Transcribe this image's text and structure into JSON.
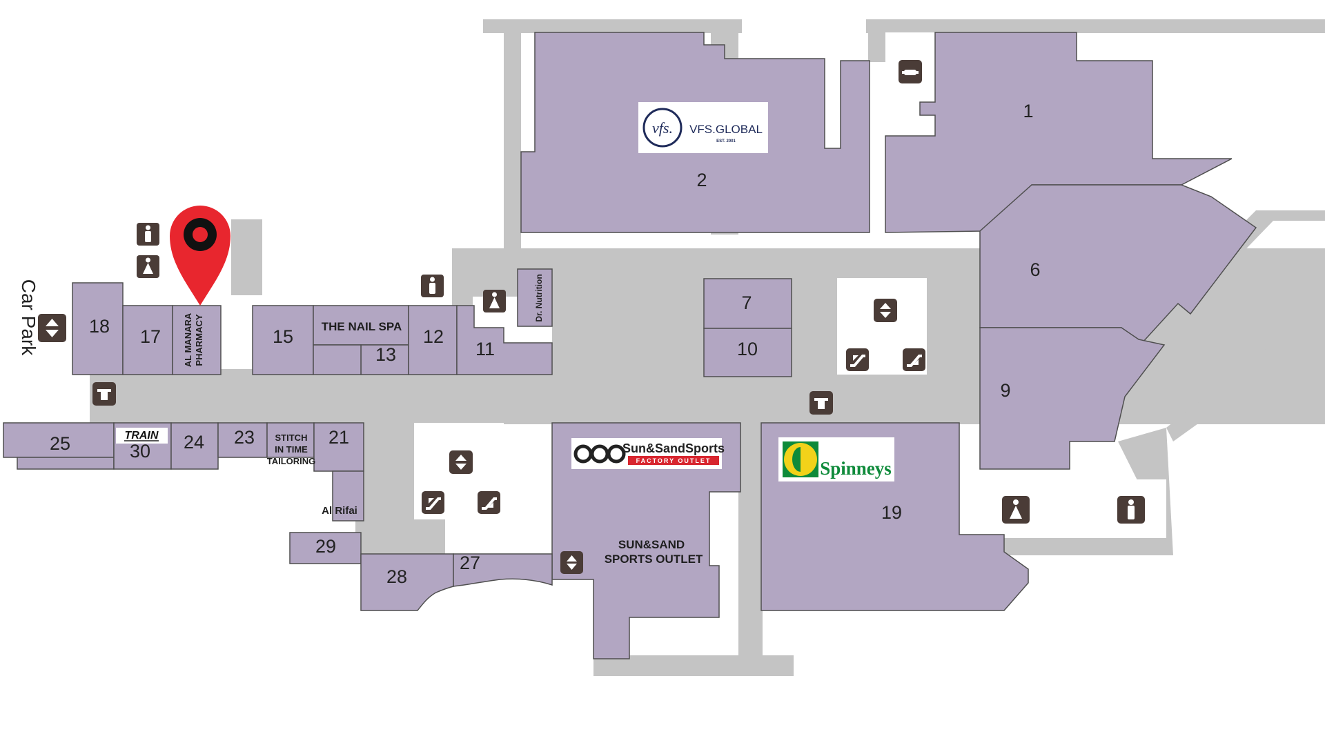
{
  "car_park_label": "Car Park",
  "units": {
    "u1": "1",
    "u2": "2",
    "u6": "6",
    "u7": "7",
    "u9": "9",
    "u10": "10",
    "u11": "11",
    "u12": "12",
    "u13": "13",
    "u15": "15",
    "u17": "17",
    "u18": "18",
    "u19": "19",
    "u21": "21",
    "u23": "23",
    "u24": "24",
    "u25": "25",
    "u27": "27",
    "u28": "28",
    "u29": "29",
    "u30": "30"
  },
  "store_labels": {
    "nail_spa": "THE NAIL SPA",
    "pharmacy_line1": "AL MANARA",
    "pharmacy_line2": "PHARMACY",
    "dr_nutrition": "Dr. Nutrition",
    "stitch_line1": "STITCH",
    "stitch_line2": "IN TIME",
    "stitch_line3": "TAILORING",
    "al_rifai": "Al Rifai",
    "sunsand_line1": "SUN&SAND",
    "sunsand_line2": "SPORTS OUTLET"
  },
  "logos": {
    "vfs_mark": "vfs.",
    "vfs_name": "VFS.GLOBAL",
    "vfs_est": "EST. 2001",
    "train": "TRAIN",
    "sunsand_name": "Sun&SandSports",
    "sunsand_tag": "FACTORY OUTLET",
    "spinneys": "Spinneys"
  },
  "colors": {
    "unit_fill": "#b2a6c2",
    "corridor": "#c4c4c4",
    "icon_bg": "#4a3c37",
    "pin": "#e8262e"
  },
  "icons": [
    "restroom-icon",
    "elevator-icon",
    "escalator-icon",
    "atm-icon",
    "water-fountain-icon",
    "location-pin-icon"
  ]
}
